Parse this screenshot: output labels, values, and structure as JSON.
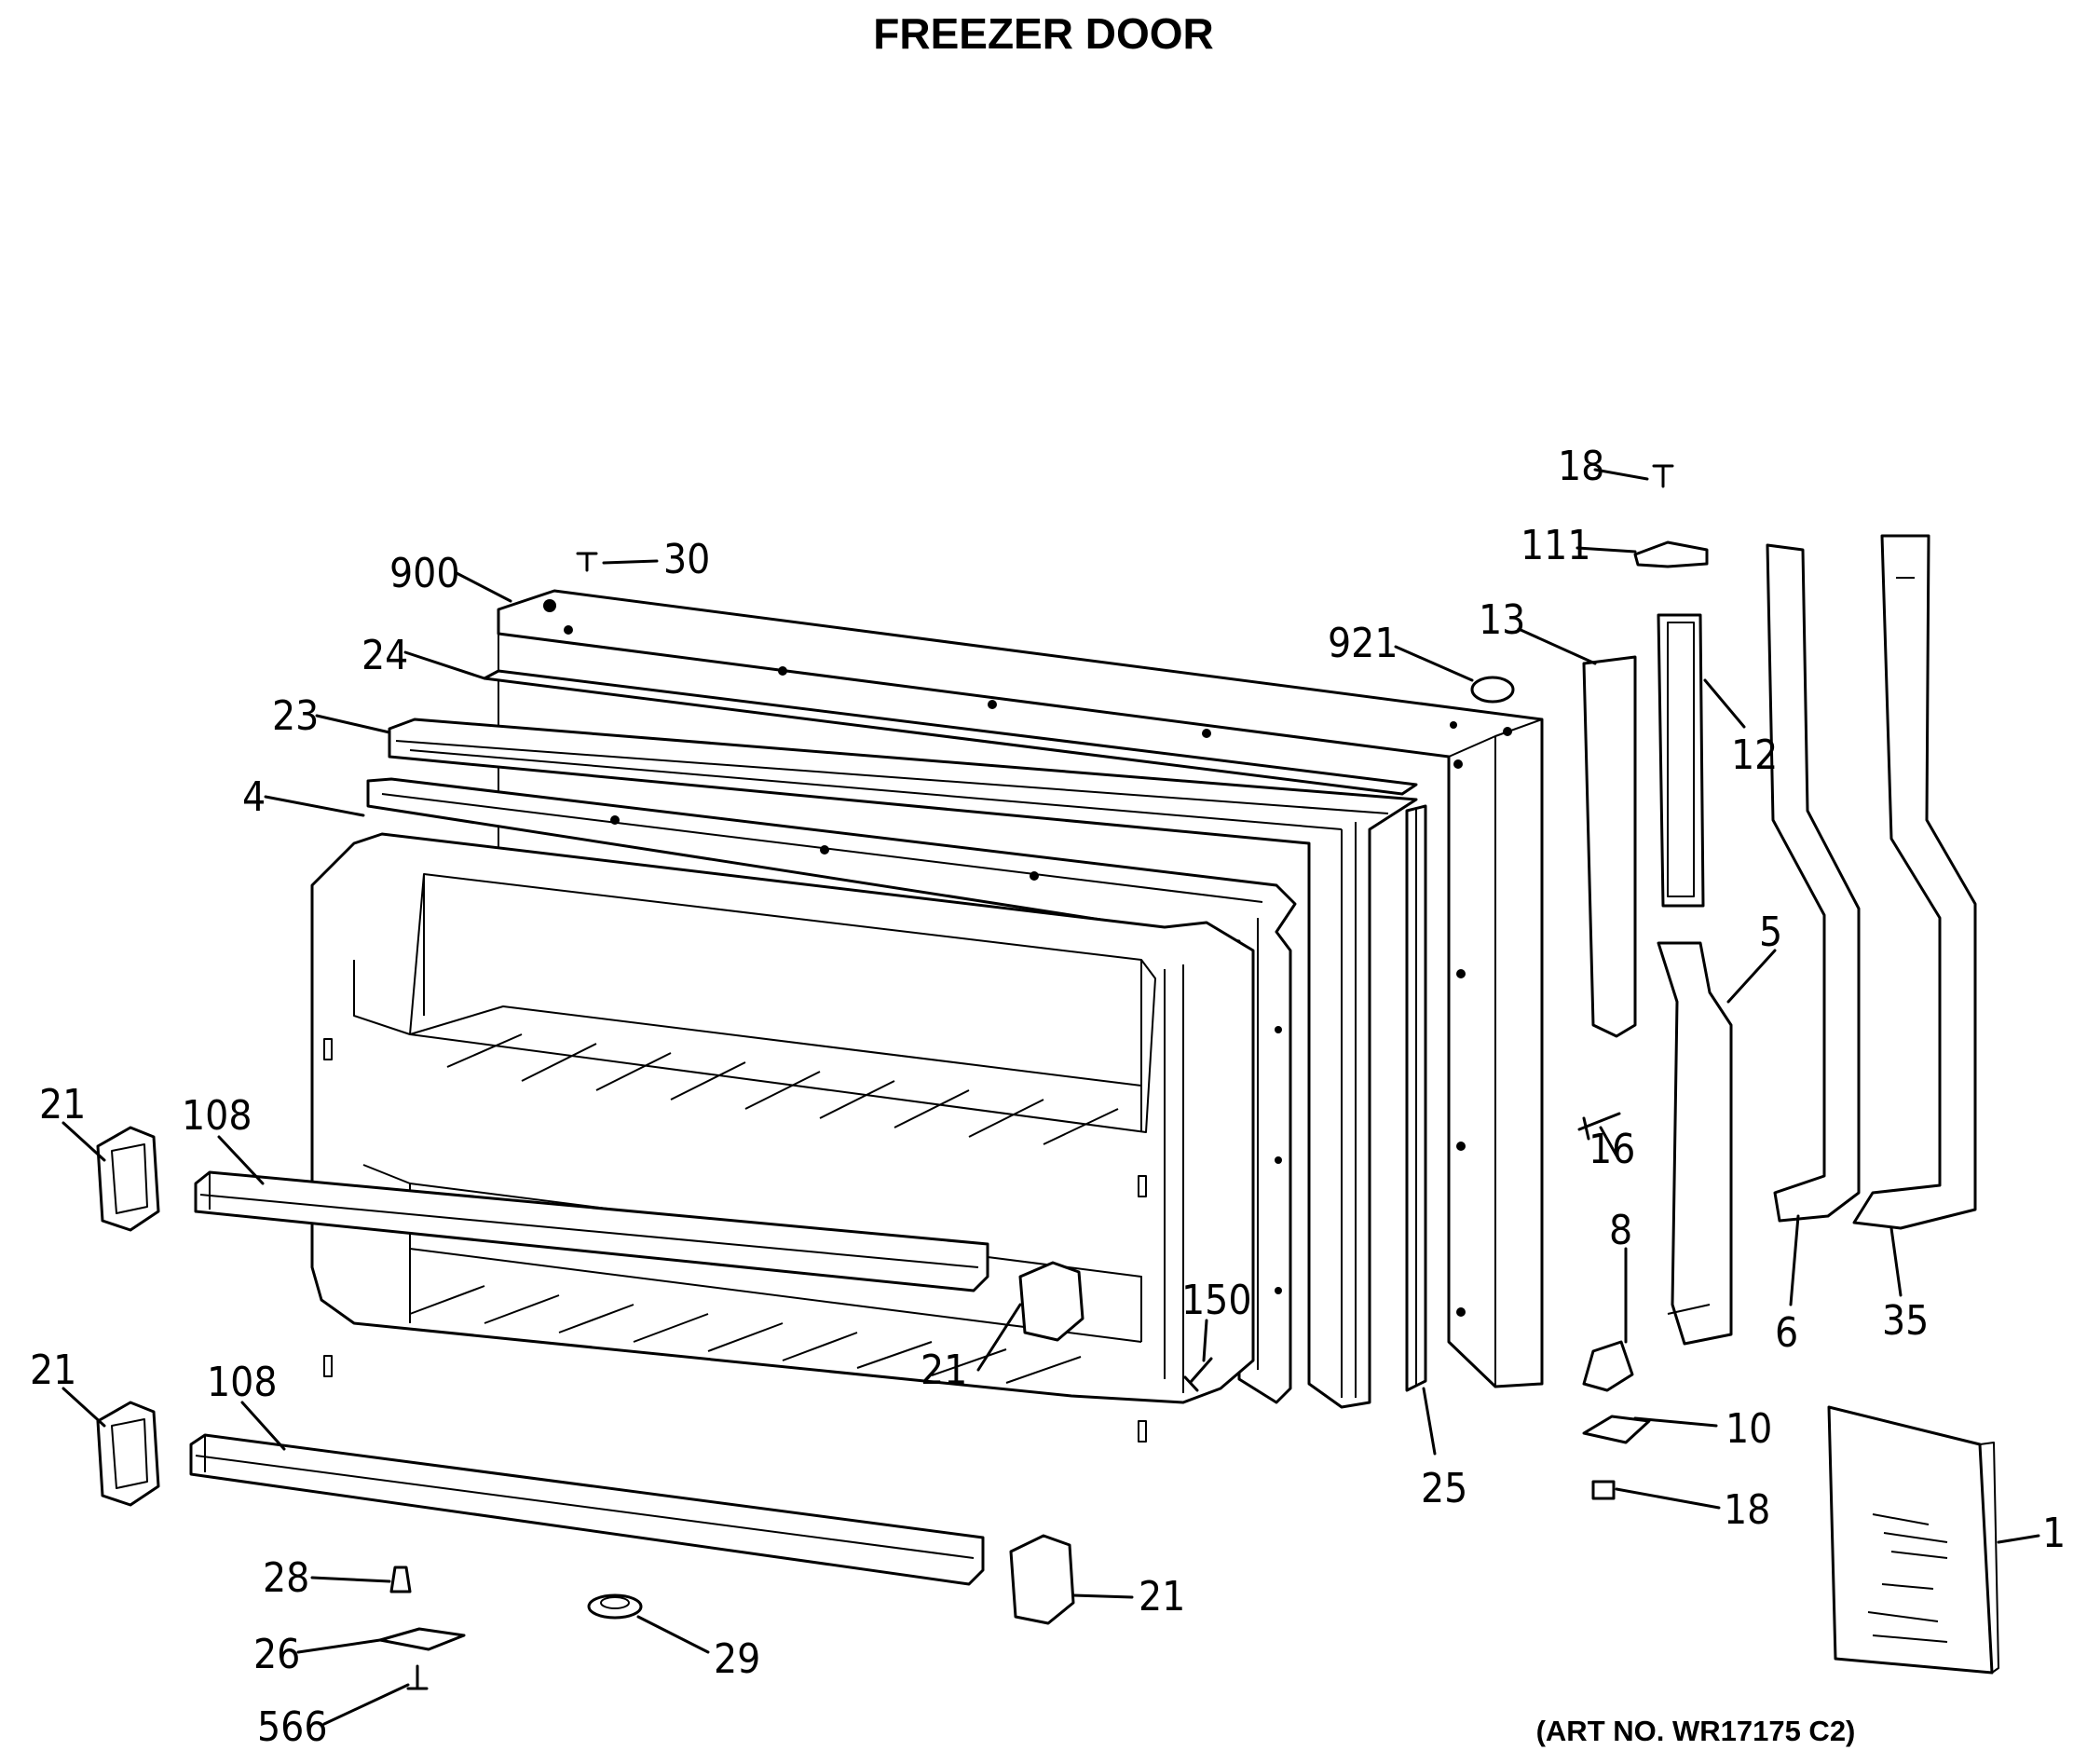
{
  "title": "FREEZER DOOR",
  "art_number": "(ART NO. WR17175 C2)",
  "callouts": {
    "c18a": "18",
    "c111": "111",
    "c30": "30",
    "c900": "900",
    "c921": "921",
    "c13": "13",
    "c12": "12",
    "c24": "24",
    "c23": "23",
    "c4": "4",
    "c5": "5",
    "c6": "6",
    "c35": "35",
    "c16": "16",
    "c8": "8",
    "c21a": "21",
    "c108a": "108",
    "c21b": "21",
    "c108b": "108",
    "c150": "150",
    "c21c": "21",
    "c25": "25",
    "c10": "10",
    "c18b": "18",
    "c1": "1",
    "c28": "28",
    "c21d": "21",
    "c26": "26",
    "c29": "29",
    "c566": "566"
  }
}
